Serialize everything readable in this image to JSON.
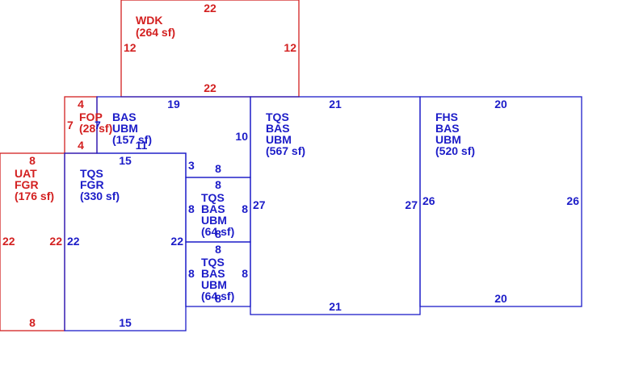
{
  "colors": {
    "red": "#d32020",
    "blue": "#1c1cc8"
  },
  "areas": [
    {
      "id": "wdk",
      "color": "red",
      "lines": [
        "WDK",
        "(264 sf)"
      ],
      "dims": [
        "22",
        "12",
        "12",
        "22"
      ]
    },
    {
      "id": "fop",
      "color": "red",
      "lines": [
        "FOP",
        "(28 sf)"
      ],
      "dims": [
        "4",
        "7",
        "4"
      ]
    },
    {
      "id": "uat",
      "color": "red",
      "lines": [
        "UAT",
        "FGR",
        "(176 sf)"
      ],
      "dims": [
        "8",
        "22",
        "22",
        "8"
      ]
    },
    {
      "id": "bas1",
      "color": "blue",
      "lines": [
        "BAS",
        "UBM",
        "(157 sf)"
      ],
      "dims": [
        "19",
        "7",
        "10",
        "11",
        "3",
        "8"
      ]
    },
    {
      "id": "tqs-fgr",
      "color": "blue",
      "lines": [
        "TQS",
        "FGR",
        "(330 sf)"
      ],
      "dims": [
        "15",
        "22",
        "22",
        "15"
      ]
    },
    {
      "id": "tqs-bas-1",
      "color": "blue",
      "lines": [
        "TQS",
        "BAS",
        "UBM",
        "(64 sf)"
      ],
      "dims": [
        "8",
        "8",
        "8",
        "8"
      ]
    },
    {
      "id": "tqs-bas-2",
      "color": "blue",
      "lines": [
        "TQS",
        "BAS",
        "UBM",
        "(64 sf)"
      ],
      "dims": [
        "8",
        "8",
        "8",
        "8"
      ]
    },
    {
      "id": "tqs-main",
      "color": "blue",
      "lines": [
        "TQS",
        "BAS",
        "UBM",
        "(567 sf)"
      ],
      "dims": [
        "21",
        "27",
        "27",
        "21"
      ]
    },
    {
      "id": "fhs",
      "color": "blue",
      "lines": [
        "FHS",
        "BAS",
        "UBM",
        "(520 sf)"
      ],
      "dims": [
        "20",
        "26",
        "26",
        "20"
      ]
    }
  ]
}
